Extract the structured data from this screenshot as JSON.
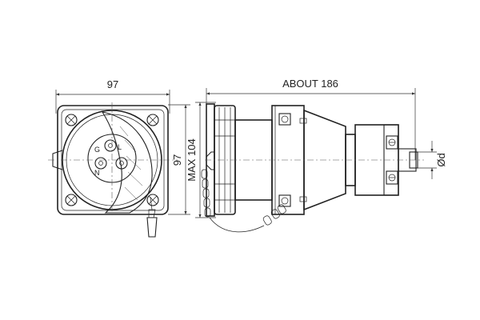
{
  "dimensions": {
    "front_width": "97",
    "front_height": "97",
    "side_length": "ABOUT 186",
    "side_height": "MAX 104",
    "diameter": "Ød"
  },
  "pin_labels": {
    "ground": "G",
    "line": "L",
    "neutral": "N"
  }
}
